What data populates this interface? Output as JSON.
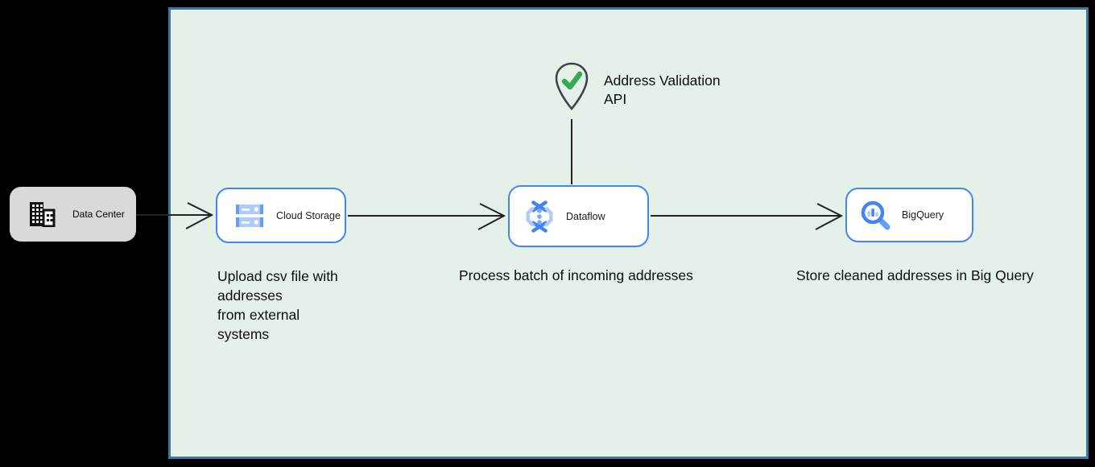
{
  "diagram": {
    "colors": {
      "canvas_bg": "#e4f1e9",
      "canvas_border": "#2e7cb8",
      "node_border": "#4285f4",
      "node_fill": "#ffffff",
      "data_center_fill": "#d9d9d9",
      "arrow": "#232323",
      "icon_blue_dark": "#4285f4",
      "icon_blue_mid": "#669df6",
      "icon_blue_light": "#aecbfa",
      "check_green": "#34a853",
      "pin_outline": "#3d4449"
    },
    "nodes": {
      "data_center": {
        "label": "Data Center",
        "icon": "building-icon"
      },
      "cloud_storage": {
        "label": "Cloud Storage",
        "icon": "cloud-storage-icon"
      },
      "dataflow": {
        "label": "Dataflow",
        "icon": "dataflow-icon"
      },
      "bigquery": {
        "label": "BigQuery",
        "icon": "bigquery-icon"
      }
    },
    "annotations": {
      "address_validation": "Address Validation\nAPI",
      "upload_caption": "Upload csv file with\naddresses\nfrom external\nsystems",
      "process_caption": "Process batch of incoming addresses",
      "store_caption": "Store cleaned addresses in Big Query"
    }
  }
}
